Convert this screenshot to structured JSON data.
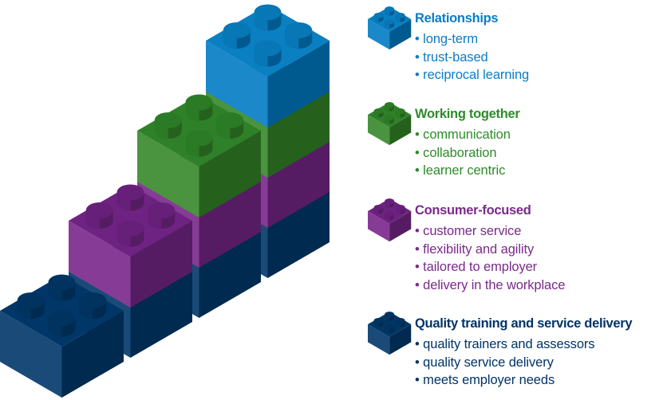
{
  "colors": {
    "blue": {
      "text": "#0a7dc4",
      "top": "#0a7fc2",
      "left": "#1a88c9",
      "right": "#005a8f",
      "stud": "#0877b6"
    },
    "green": {
      "text": "#2e8b2a",
      "top": "#2f8129",
      "left": "#4a9440",
      "right": "#25611c",
      "stud": "#2b7a25"
    },
    "purple": {
      "text": "#7a2a8a",
      "top": "#6e2382",
      "left": "#863c96",
      "right": "#561c63",
      "stud": "#672079"
    },
    "navy": {
      "text": "#003366",
      "top": "#003768",
      "left": "#1a4a78",
      "right": "#002a4f",
      "stud": "#00335f"
    }
  },
  "groups": [
    {
      "color": "blue",
      "heading": "Relationships",
      "items": [
        "long-term",
        "trust-based",
        "reciprocal learning"
      ]
    },
    {
      "color": "green",
      "heading": "Working together",
      "items": [
        "communication",
        "collaboration",
        "learner centric"
      ]
    },
    {
      "color": "purple",
      "heading": "Consumer-focused",
      "items": [
        "customer service",
        "flexibility and agility",
        "tailored to employer",
        "delivery in the workplace"
      ]
    },
    {
      "color": "navy",
      "heading": "Quality training and service delivery",
      "items": [
        "quality trainers and assessors",
        "quality service delivery",
        "meets employer needs"
      ]
    }
  ],
  "stack_layers": [
    "navy",
    "purple",
    "green",
    "blue"
  ]
}
